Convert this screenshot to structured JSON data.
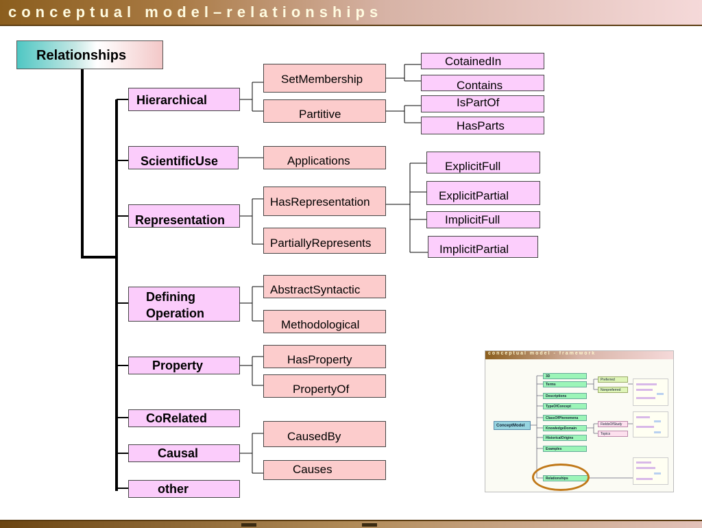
{
  "slide": {
    "title": "conceptual model–relationships"
  },
  "diagram": {
    "root": "Relationships",
    "categories": [
      {
        "label": "Hierarchical"
      },
      {
        "label": "ScientificUse"
      },
      {
        "label": "Representation"
      },
      {
        "label": "Defining Operation"
      },
      {
        "label": "Property"
      },
      {
        "label": "CoRelated"
      },
      {
        "label": "Causal"
      },
      {
        "label": "other"
      }
    ],
    "subtypes": {
      "setmembership": "SetMembership",
      "partitive": "Partitive",
      "applications": "Applications",
      "hasrepresentation": "HasRepresentation",
      "partiallyrepresents": "PartiallyRepresents",
      "abstractsyntactic": "AbstractSyntactic",
      "methodological": "Methodological",
      "hasproperty": "HasProperty",
      "propertyof": "PropertyOf",
      "causedby": "CausedBy",
      "causes": "Causes"
    },
    "leaves": {
      "containedin": "CotainedIn",
      "contains": "Contains",
      "ispartof": "IsPartOf",
      "hasparts": "HasParts",
      "explicitfull": "ExplicitFull",
      "explicitpartial": "ExplicitPartial",
      "implicitfull": "ImplicitFull",
      "implicitpartial": "ImplicitPartial"
    }
  },
  "thumbnail": {
    "title": "conceptual model - framework",
    "root": "ConceptModel",
    "items": [
      "3D",
      "Terms",
      "Descriptions",
      "TypeOfConcept",
      "ClassOfPhenomena",
      "KnowledgeDomain",
      "HistoricalOrigins",
      "Examples",
      "Relationships"
    ],
    "terms_children": [
      "Preferred",
      "Nonpreferred"
    ],
    "domain_children": [
      "FieldsOfStudy",
      "Topics"
    ],
    "highlight_color": "#c07818"
  }
}
